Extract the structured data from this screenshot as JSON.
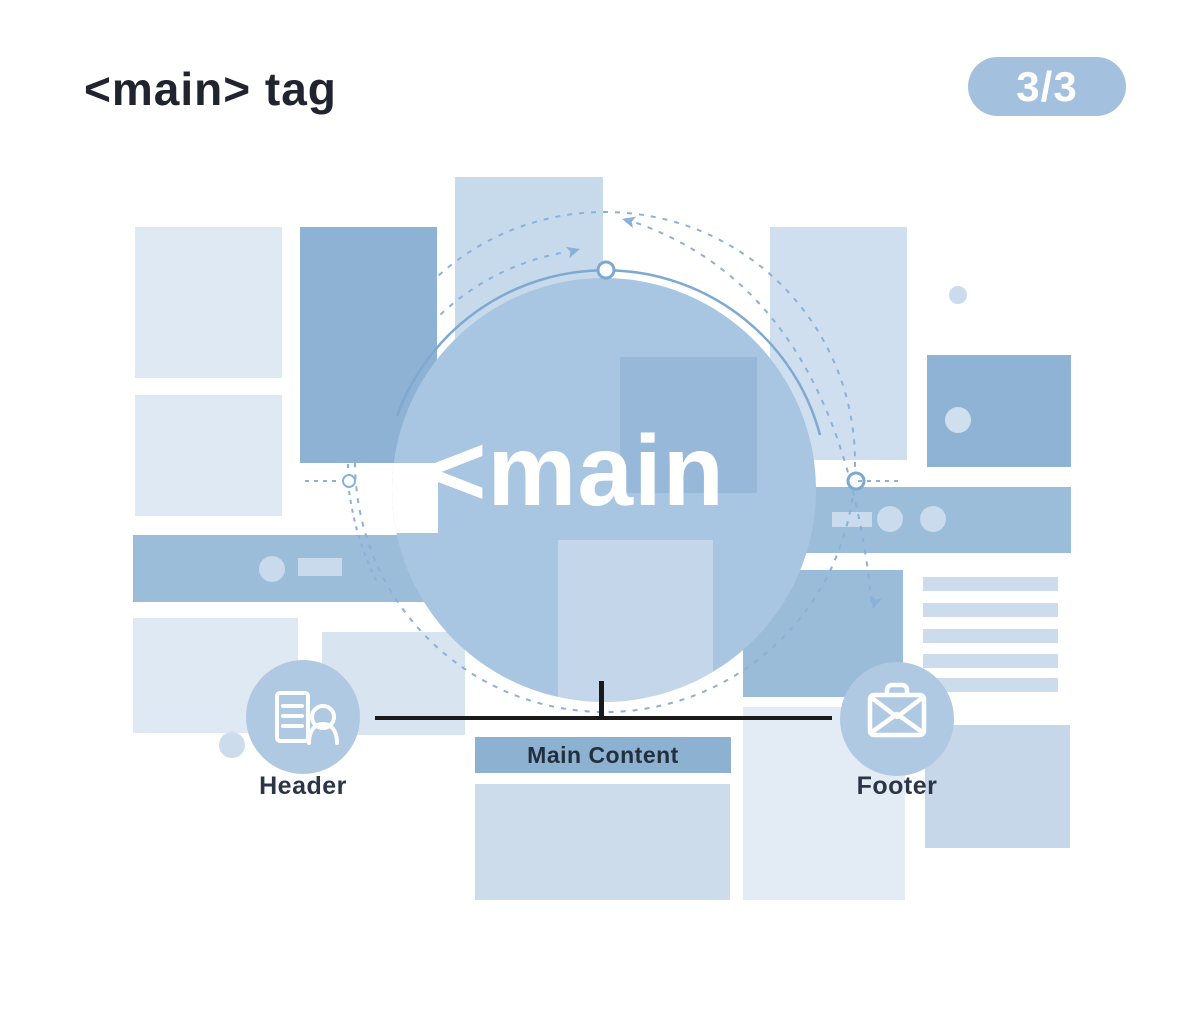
{
  "page": {
    "title": "<main> tag",
    "page_indicator": "3/3"
  },
  "hero": {
    "tag_text": "<main"
  },
  "diagram": {
    "header_label": "Header",
    "main_content_label": "Main Content",
    "footer_label": "Footer",
    "icons": {
      "header": "document-user-icon",
      "footer": "mail-briefcase-icon"
    }
  },
  "colors": {
    "ink": "#20242e",
    "badge_bg": "#a3c1de",
    "circle_fill": "#a8c5e1",
    "rect_medium": "#8eb2d4",
    "rect_light": "#dfe9f4",
    "band": "#9cbdda",
    "label_ink": "#2b3547",
    "structure_line": "#1a1a1a",
    "arc_stroke": "#7fa9d0"
  }
}
